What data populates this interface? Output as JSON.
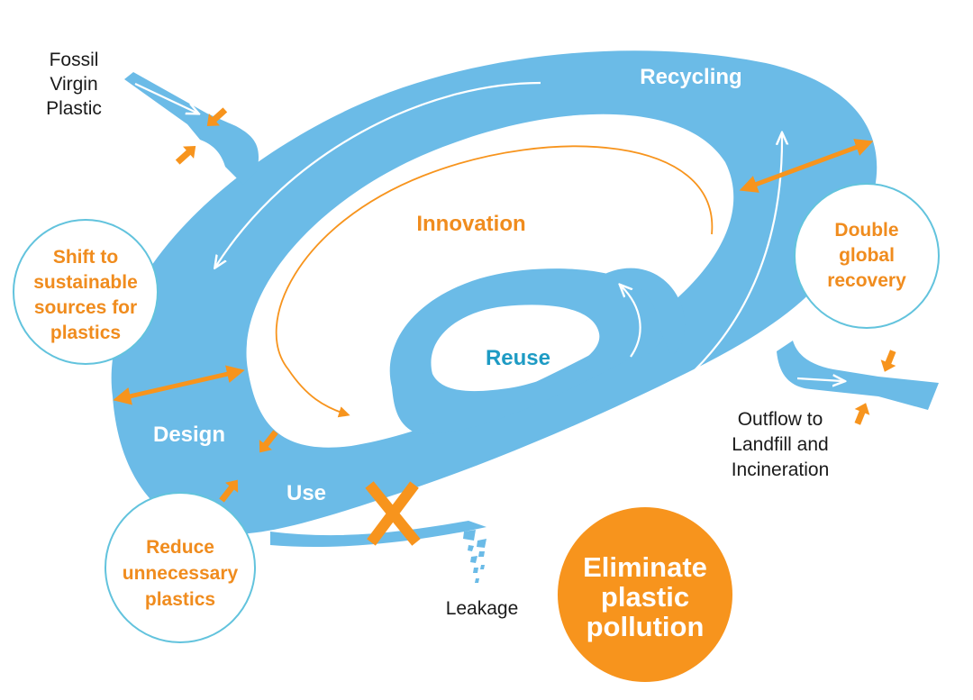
{
  "colors": {
    "flow": "#6bbbe7",
    "accent": "#f7941d",
    "accent_text": "#f08c1e",
    "reuse_text": "#1e9bc4",
    "circle_border": "#62c3dd"
  },
  "icons": {
    "double_arrow": "orange-double-arrow-icon",
    "pinch_arrow": "orange-pinch-arrow-icon",
    "cross": "orange-x-mark-icon",
    "flow_arrow": "white-flow-arrow-icon"
  },
  "loop_labels": {
    "recycling": "Recycling",
    "innovation": "Innovation",
    "reuse": "Reuse",
    "design": "Design",
    "use": "Use"
  },
  "outer_labels": {
    "fossil": [
      "Fossil",
      "Virgin",
      "Plastic"
    ],
    "outflow": [
      "Outflow to",
      "Landfill and",
      "Incineration"
    ],
    "leakage": "Leakage"
  },
  "circles": {
    "shift": [
      "Shift to",
      "sustainable",
      "sources for",
      "plastics"
    ],
    "double": [
      "Double",
      "global",
      "recovery"
    ],
    "reduce": [
      "Reduce",
      "unnecessary",
      "plastics"
    ],
    "eliminate": [
      "Eliminate",
      "plastic",
      "pollution"
    ]
  }
}
